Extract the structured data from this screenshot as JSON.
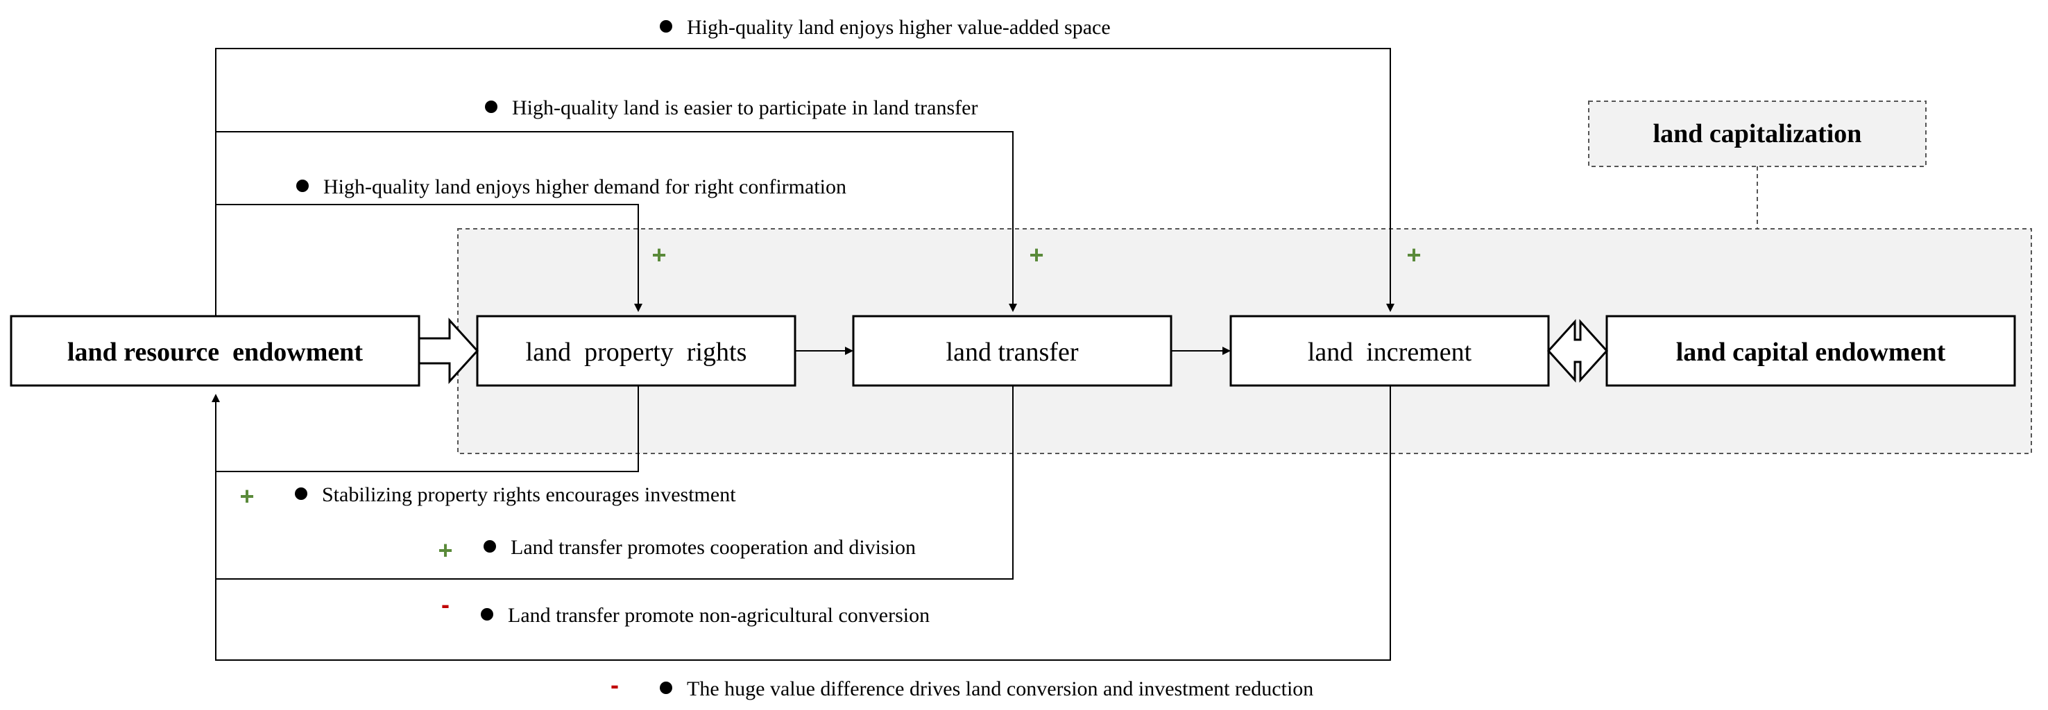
{
  "boxes": {
    "resource": "land resource  endowment",
    "property": "land  property  rights",
    "transfer": "land transfer",
    "increment": "land  increment",
    "capital": "land capital endowment",
    "capitalization": "land capitalization"
  },
  "top_labels": {
    "value_added": "High-quality land enjoys higher value-added space",
    "easier_transfer": "High-quality land is easier to participate in land transfer",
    "confirmation": "High-quality land enjoys higher demand for right confirmation"
  },
  "bottom_labels": {
    "stabilizing": "Stabilizing property rights encourages investment",
    "cooperation": "Land transfer promotes cooperation and division",
    "non_agri": "Land transfer promote non-agricultural conversion",
    "value_diff": "The huge value difference drives land conversion and investment reduction"
  },
  "signs": {
    "plus": "+",
    "minus": "-"
  },
  "colors": {
    "plus": "#5a8a3a",
    "minus": "#c00000",
    "shade": "#f2f2f2"
  }
}
